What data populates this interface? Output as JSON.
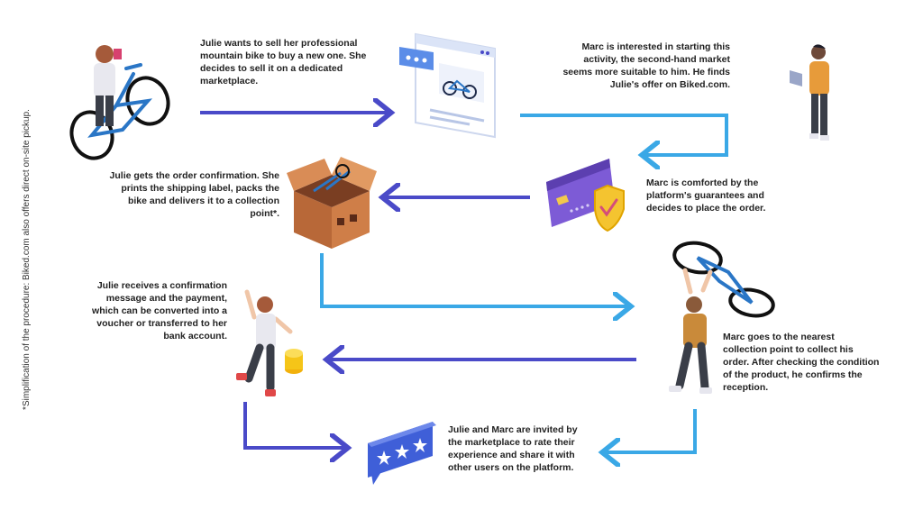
{
  "side_note": "*Simplification of the procedure: Biked.com also offers direct on-site pickup.",
  "steps": {
    "julie_sell": "Julie wants to sell her professional mountain bike to buy a new one. She decides to sell it on a dedicated marketplace.",
    "marc_interest": "Marc is interested in starting this activity, the second-hand market seems more suitable to him. He finds Julie's offer on Biked.com.",
    "marc_comforted": "Marc is comforted by the platform's guarantees and decides to place the order.",
    "julie_confirmation": "Julie gets the order confirmation. She prints the shipping label, packs the bike and delivers it to a collection point*.",
    "julie_payment": "Julie receives a confirmation message and the payment, which can be converted into a voucher or transferred to her bank account.",
    "marc_collect": "Marc goes to the nearest collection point to collect his order. After checking the condition of the product, he confirms the reception.",
    "rate": "Julie and Marc are invited by the marketplace to rate their experience and share it with other users on the platform."
  },
  "colors": {
    "dark_arrow": "#4a4ac8",
    "light_arrow": "#3aa8e6"
  }
}
